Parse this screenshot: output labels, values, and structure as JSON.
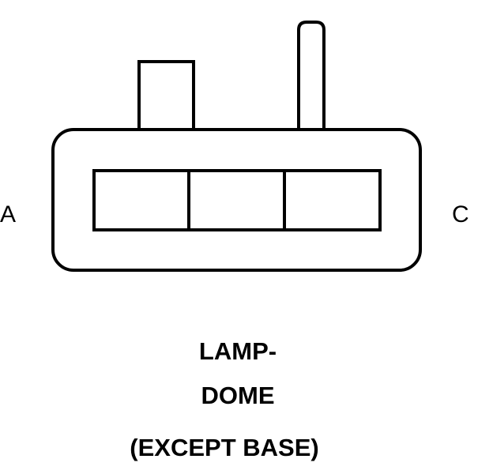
{
  "connector": {
    "pin_left_label": "A",
    "pin_right_label": "C"
  },
  "caption": {
    "line1": "LAMP-",
    "line2": "DOME",
    "line3": "(EXCEPT BASE)"
  },
  "colors": {
    "stroke": "#000000",
    "background": "#ffffff"
  }
}
